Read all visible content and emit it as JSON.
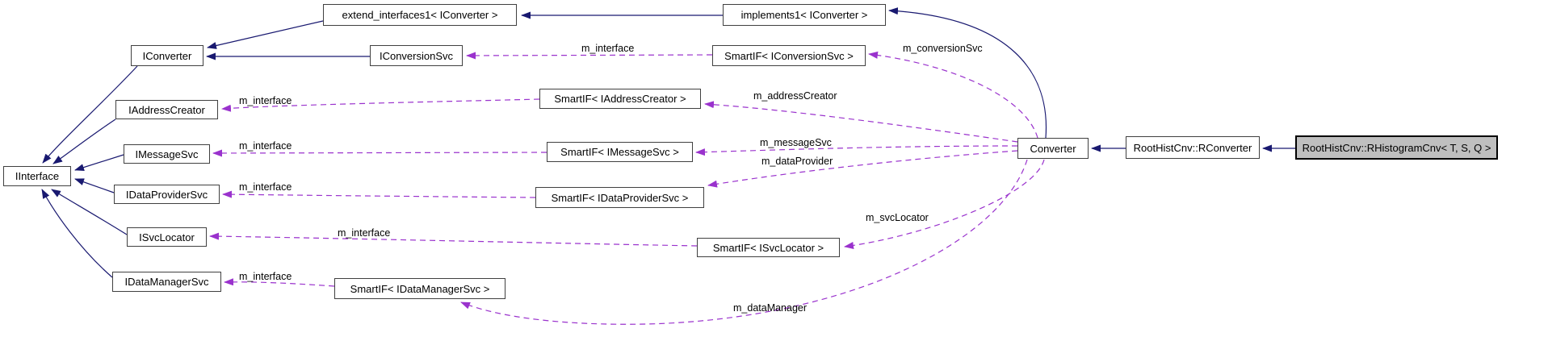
{
  "diagram": {
    "type": "doxygen-collaboration-graph",
    "colors": {
      "inheritance_edge": "#191970",
      "usage_edge": "#9a32cd",
      "node_fill": "#ffffff",
      "node_border": "#404040",
      "current_node_fill": "#bfbfbf",
      "current_node_border": "#000000",
      "text": "#000000",
      "background": "#ffffff"
    },
    "nodes": {
      "iinterface": {
        "label": "IInterface"
      },
      "iconverter": {
        "label": "IConverter"
      },
      "extend_interfaces1": {
        "label": "extend_interfaces1< IConverter >"
      },
      "implements1": {
        "label": "implements1< IConverter >"
      },
      "iconversionsvc": {
        "label": "IConversionSvc"
      },
      "smartif_iconversionsvc": {
        "label": "SmartIF< IConversionSvc >"
      },
      "iaddresscreator": {
        "label": "IAddressCreator"
      },
      "smartif_iaddresscreator": {
        "label": "SmartIF< IAddressCreator >"
      },
      "imessagesvc": {
        "label": "IMessageSvc"
      },
      "smartif_imessagesvc": {
        "label": "SmartIF< IMessageSvc >"
      },
      "idataprovidersvc": {
        "label": "IDataProviderSvc"
      },
      "smartif_idataprovidersvc": {
        "label": "SmartIF< IDataProviderSvc >"
      },
      "isvclocator": {
        "label": "ISvcLocator"
      },
      "smartif_isvclocator": {
        "label": "SmartIF< ISvcLocator >"
      },
      "idatamanagersvc": {
        "label": "IDataManagerSvc"
      },
      "smartif_idatamanagersvc": {
        "label": "SmartIF< IDataManagerSvc >"
      },
      "converter": {
        "label": "Converter"
      },
      "rconverter": {
        "label": "RootHistCnv::RConverter"
      },
      "rhistogramcnv": {
        "label": "RootHistCnv::RHistogramCnv< T, S, Q >"
      }
    },
    "edge_labels": {
      "m_interface_conversionsvc": "m_interface",
      "m_conversionsvc": "m_conversionSvc",
      "m_interface_addresscreator": "m_interface",
      "m_addresscreator": "m_addressCreator",
      "m_interface_messagesvc": "m_interface",
      "m_messagesvc": "m_messageSvc",
      "m_dataprovider": "m_dataProvider",
      "m_interface_dataprovidersvc": "m_interface",
      "m_interface_svclocator": "m_interface",
      "m_svclocator": "m_svcLocator",
      "m_interface_datamanagersvc": "m_interface",
      "m_datamanager": "m_dataManager"
    }
  }
}
